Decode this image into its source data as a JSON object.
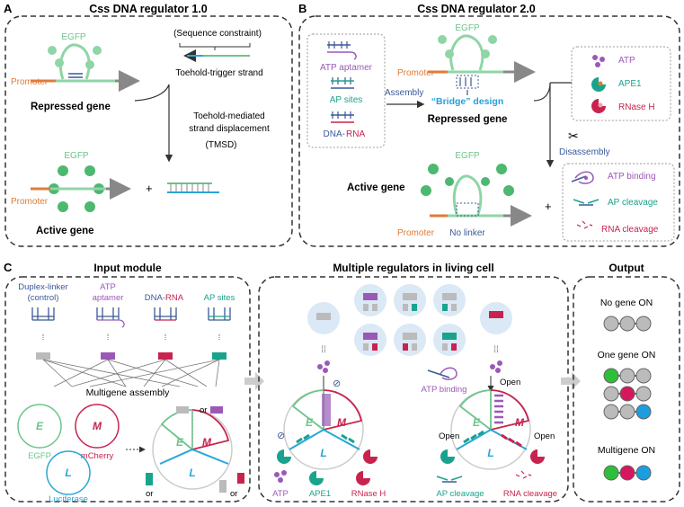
{
  "panel_a": {
    "letter": "A",
    "title": "Css DNA regulator 1.0",
    "egfp": "EGFP",
    "seq_constraint": "(Sequence constraint)",
    "toehold_strand": "Toehold-trigger strand",
    "promoter_top": "Promoter",
    "repressed": "Repressed gene",
    "tmsd_1": "Toehold-mediated",
    "tmsd_2": "strand displacement",
    "tmsd_3": "(TMSD)",
    "egfp2": "EGFP",
    "promoter_bottom": "Promoter",
    "plus": "+",
    "active": "Active gene"
  },
  "panel_b": {
    "letter": "B",
    "title": "Css DNA regulator 2.0",
    "atp_aptamer": "ATP aptamer",
    "ap_sites": "AP sites",
    "dna": "DNA-",
    "rna": "RNA",
    "assembly": "Assembly",
    "egfp": "EGFP",
    "promoter_top": "Promoter",
    "bridge": "“Bridge” design",
    "repressed": "Repressed gene",
    "atp": "ATP",
    "ape1": "APE1",
    "rnase": "RNase H",
    "disassembly": "Disassembly",
    "egfp2": "EGFP",
    "active": "Active gene",
    "promoter_bottom": "Promoter",
    "no_linker": "No linker",
    "plus": "+",
    "atp_binding": "ATP binding",
    "ap_cleavage": "AP cleavage",
    "rna_cleavage": "RNA cleavage"
  },
  "panel_c": {
    "letter": "C",
    "input_title": "Input module",
    "duplex_1": "Duplex-linker",
    "duplex_2": "(control)",
    "atp_1": "ATP",
    "atp_2": "aptamer",
    "dna": "DNA-",
    "rna": "RNA",
    "ap_sites": "AP sites",
    "multigene": "Multigene assembly",
    "or1": "or",
    "or2": "or",
    "or3": "or",
    "E": "E",
    "M": "M",
    "L": "L",
    "egfp": "EGFP",
    "mcherry": "mCherry",
    "luciferase": "Luciferase",
    "middle_title": "Multiple regulators in living cell",
    "atp": "ATP",
    "ape1": "APE1",
    "rnase": "RNase H",
    "atp_binding": "ATP binding",
    "open": "Open",
    "open2": "Open",
    "open3": "Open",
    "ap_cleavage": "AP cleavage",
    "rna_cleavage": "RNA cleavage",
    "output_title": "Output",
    "no_gene": "No gene ON",
    "one_gene": "One gene ON",
    "multigene_on": "Multigene ON"
  },
  "colors": {
    "egfp_green": "#6cc48a",
    "mcherry_red": "#c8234e",
    "luciferase_blue": "#2aa5d8",
    "atp_purple": "#9b59b6",
    "ap_teal": "#1aa38c",
    "dna_blue": "#3b5998",
    "promoter_orange": "#e07b39",
    "bridge_blue": "#2a9fd6"
  }
}
